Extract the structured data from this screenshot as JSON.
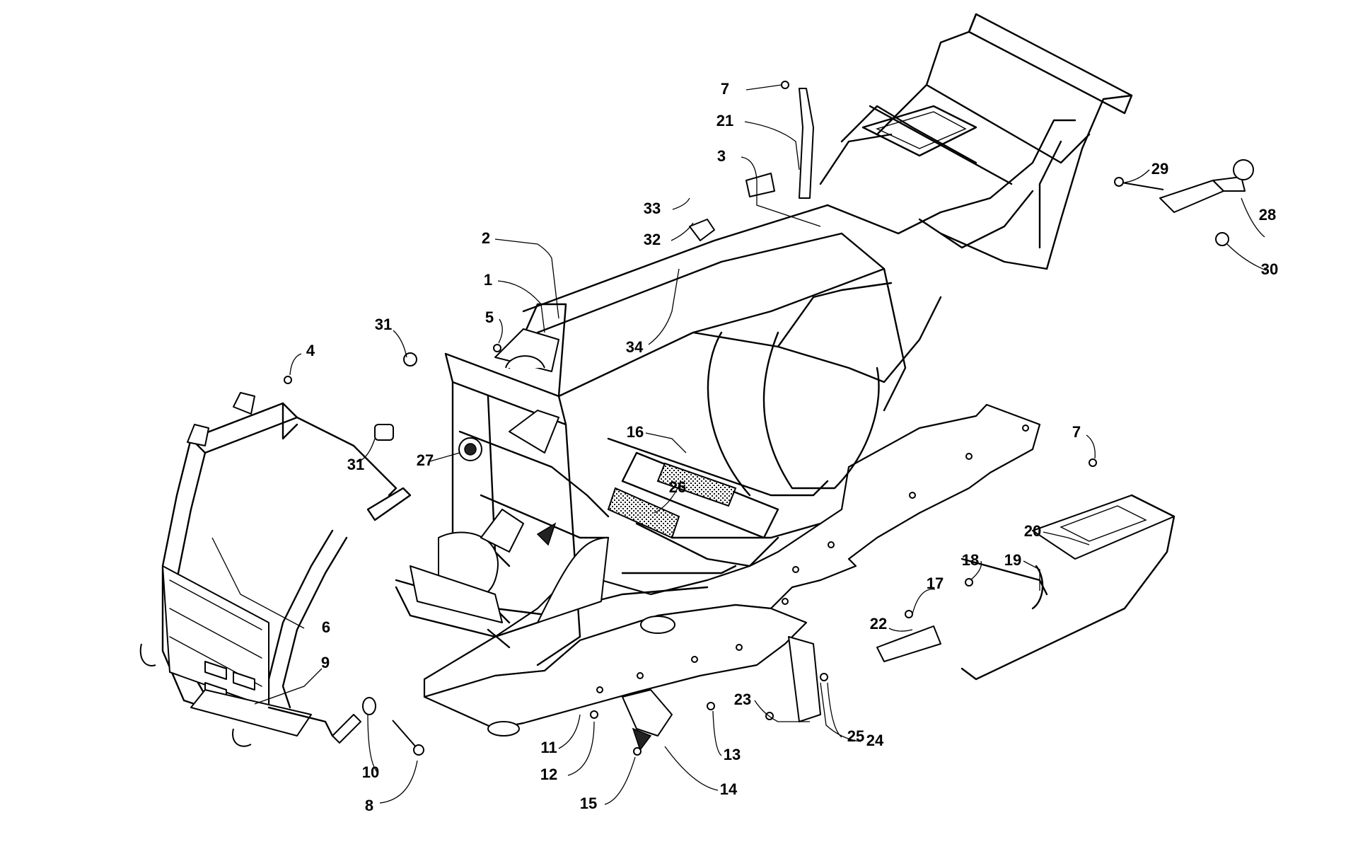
{
  "callouts": [
    {
      "label": "1"
    },
    {
      "label": "2"
    },
    {
      "label": "3"
    },
    {
      "label": "4"
    },
    {
      "label": "5"
    },
    {
      "label": "6"
    },
    {
      "label": "7"
    },
    {
      "label": "7"
    },
    {
      "label": "8"
    },
    {
      "label": "9"
    },
    {
      "label": "10"
    },
    {
      "label": "11"
    },
    {
      "label": "12"
    },
    {
      "label": "13"
    },
    {
      "label": "14"
    },
    {
      "label": "15"
    },
    {
      "label": "16"
    },
    {
      "label": "17"
    },
    {
      "label": "18"
    },
    {
      "label": "19"
    },
    {
      "label": "20"
    },
    {
      "label": "21"
    },
    {
      "label": "22"
    },
    {
      "label": "23"
    },
    {
      "label": "24"
    },
    {
      "label": "25"
    },
    {
      "label": "26"
    },
    {
      "label": "27"
    },
    {
      "label": "28"
    },
    {
      "label": "29"
    },
    {
      "label": "30"
    },
    {
      "label": "31"
    },
    {
      "label": "31"
    },
    {
      "label": "32"
    },
    {
      "label": "33"
    },
    {
      "label": "34"
    }
  ]
}
